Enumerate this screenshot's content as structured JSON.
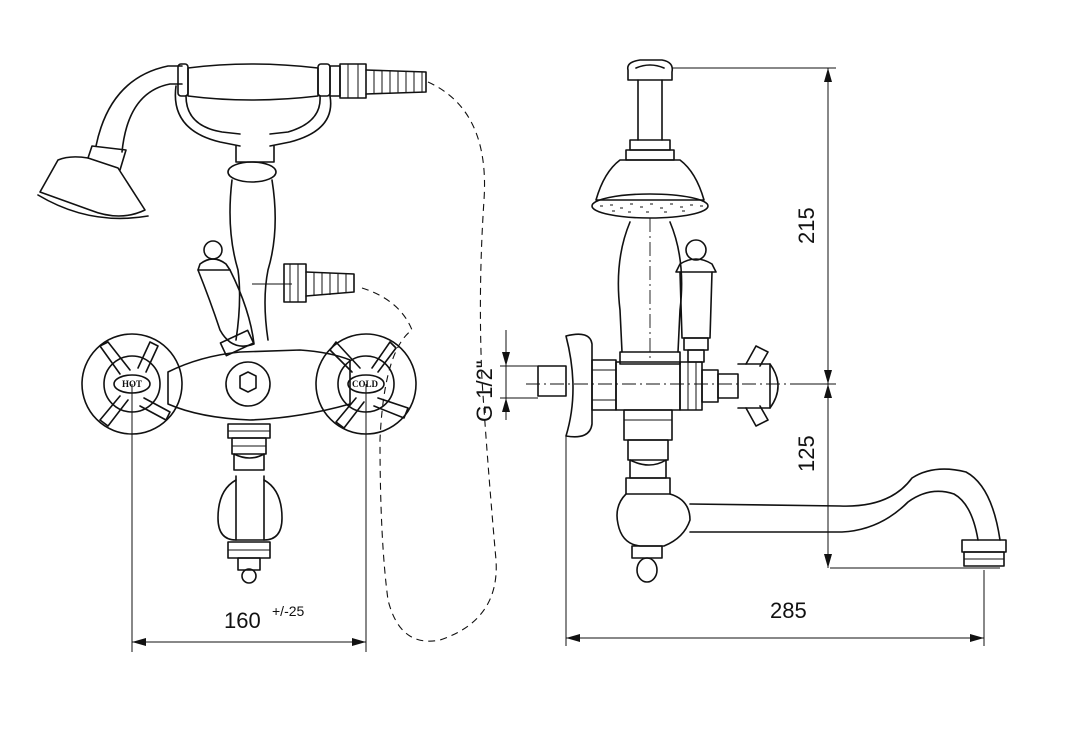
{
  "labels": {
    "hot": "HOT",
    "cold": "COLD"
  },
  "dimensions": {
    "width_front": "160",
    "width_front_tolerance": "+/-25",
    "thread": "G 1/2\"",
    "height_upper": "215",
    "height_lower": "125",
    "projection": "285"
  }
}
